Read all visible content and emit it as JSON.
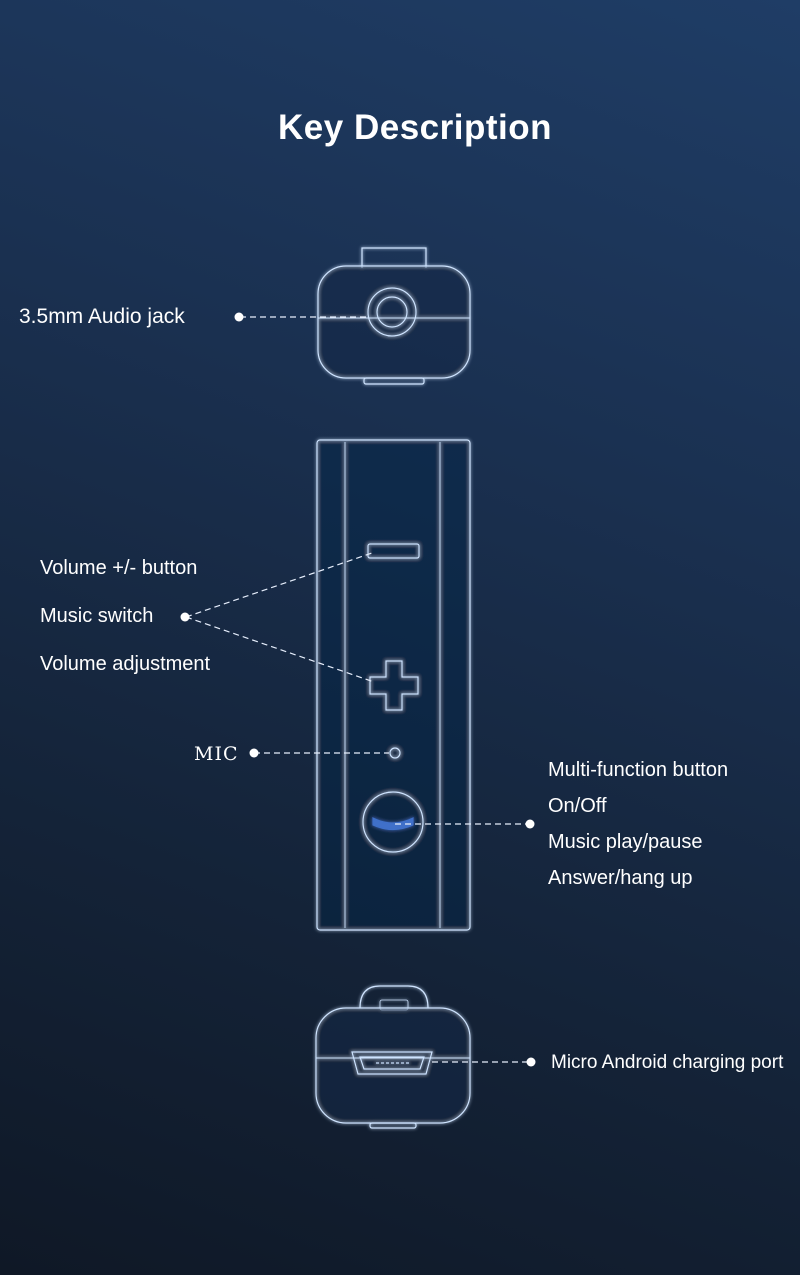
{
  "title": "Key Description",
  "labels": {
    "audio_jack": "3.5mm Audio jack",
    "volume_button": "Volume +/- button",
    "music_switch": "Music switch",
    "volume_adjustment": "Volume adjustment",
    "mic": "MIC",
    "multi_function": "Multi-function button",
    "on_off": "On/Off",
    "music_play_pause": "Music play/pause",
    "answer_hang_up": "Answer/hang up",
    "charging_port": "Micro Android charging port"
  },
  "colors": {
    "outline": "#cfe4ff",
    "text": "#ffffff",
    "button_accent": "#3f6fc9"
  }
}
